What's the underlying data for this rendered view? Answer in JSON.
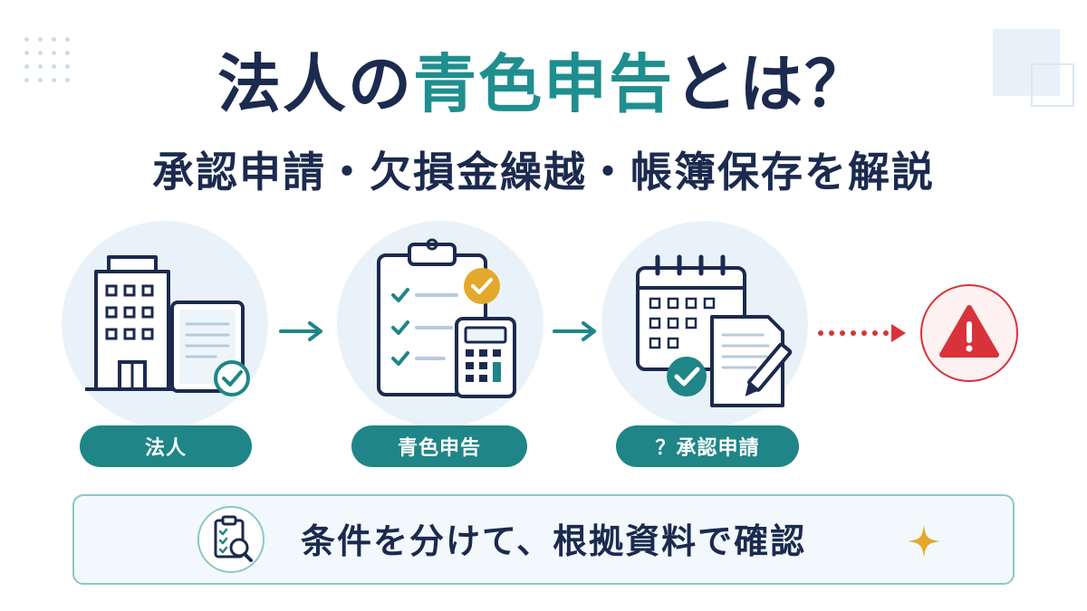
{
  "title": {
    "prefix": "法人の",
    "accent": "青色申告",
    "suffix": "とは？"
  },
  "subtitle": "承認申請・欠損金繰越・帳簿保存を解説",
  "steps": [
    {
      "label": "法人",
      "icon": "building-document-icon"
    },
    {
      "label": "青色申告",
      "icon": "clipboard-calculator-icon"
    },
    {
      "label": "？承認申請",
      "icon": "calendar-document-icon"
    }
  ],
  "final_icon": "warning-icon",
  "bottom": {
    "text": "条件を分けて、根拠資料で確認",
    "left_icon": "clipboard-search-icon",
    "right_icon": "sparkle-icon"
  },
  "colors": {
    "navy": "#1b2a4e",
    "teal": "#1f8587",
    "accent_teal": "#1f8e8e",
    "check_gold": "#e3a92c",
    "warning_red": "#d8333a",
    "circle_bg": "#eaf2f9"
  }
}
